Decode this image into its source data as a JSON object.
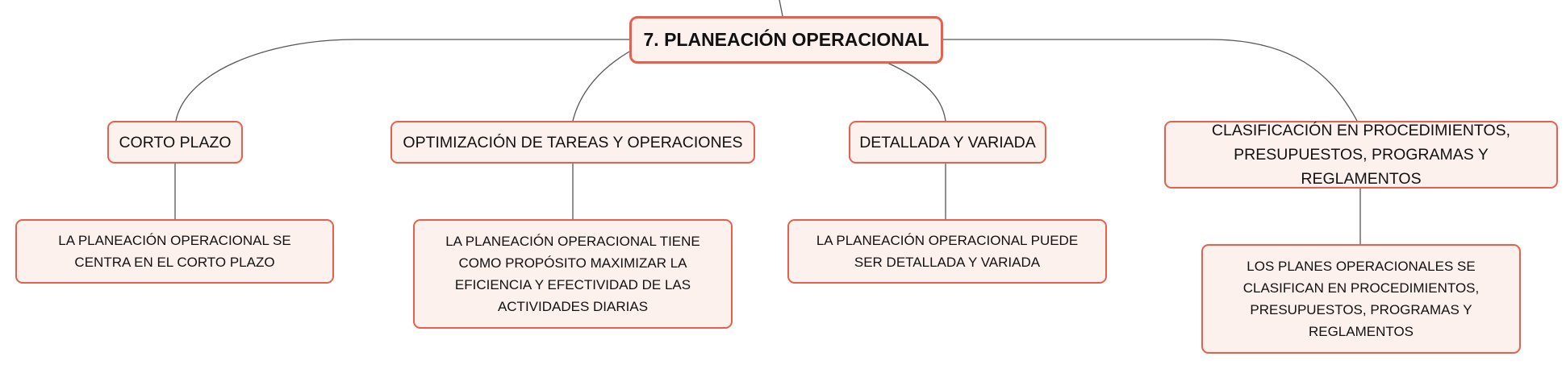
{
  "colors": {
    "node_border": "#e8604c",
    "node_fill": "#fdf1ee",
    "connector": "#555555",
    "text": "#111111"
  },
  "root": {
    "title": "7. PLANEACIÓN OPERACIONAL"
  },
  "branches": [
    {
      "topic": "CORTO PLAZO",
      "detail": "LA PLANEACIÓN OPERACIONAL SE CENTRA EN EL CORTO PLAZO"
    },
    {
      "topic": "OPTIMIZACIÓN DE TAREAS Y OPERACIONES",
      "detail": "LA PLANEACIÓN OPERACIONAL TIENE COMO PROPÓSITO MAXIMIZAR LA EFICIENCIA Y EFECTIVIDAD DE LAS ACTIVIDADES DIARIAS"
    },
    {
      "topic": "DETALLADA Y VARIADA",
      "detail": "LA PLANEACIÓN OPERACIONAL PUEDE SER DETALLADA Y VARIADA"
    },
    {
      "topic": "CLASIFICACIÓN EN PROCEDIMIENTOS, PRESUPUESTOS, PROGRAMAS Y REGLAMENTOS",
      "detail": "LOS PLANES OPERACIONALES SE CLASIFICAN EN PROCEDIMIENTOS, PRESUPUESTOS, PROGRAMAS Y REGLAMENTOS"
    }
  ]
}
